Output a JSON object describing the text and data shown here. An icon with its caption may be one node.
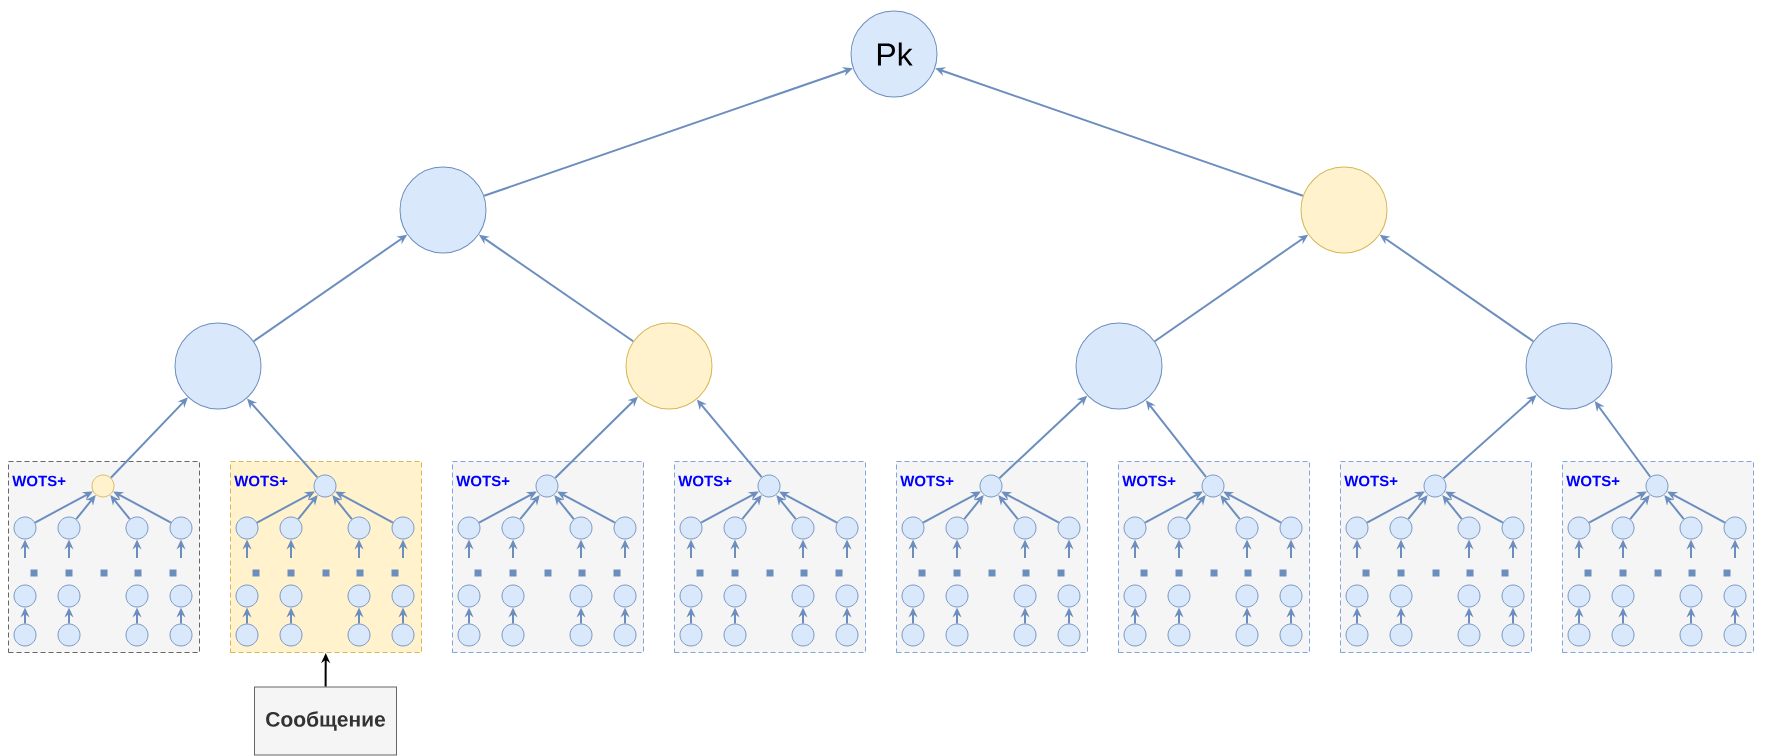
{
  "diagram": {
    "nodes": [
      {
        "text": [
          "Pk"
        ]
      },
      {
        "text": [],
        "shape": "circle"
      },
      {
        "text": [],
        "shape": "circle"
      },
      {
        "text": [],
        "shape": "circle"
      },
      {
        "text": [],
        "shape": "circle"
      },
      {
        "text": [],
        "shape": "circle"
      },
      {
        "text": [],
        "shape": "circle"
      },
      {
        "text": [
          "WOTS+"
        ]
      },
      {
        "text": [],
        "shape": "circle",
        "in": 7
      },
      {
        "text": [],
        "shape": "circle",
        "in": 7
      },
      {
        "text": [],
        "shape": "circle",
        "in": 7
      },
      {
        "text": [],
        "shape": "circle",
        "in": 7
      },
      {
        "text": [],
        "shape": "circle",
        "in": 7
      },
      {
        "text": [],
        "shape": "circle",
        "in": 7
      },
      {
        "text": [],
        "shape": "circle",
        "in": 7
      },
      {
        "text": [],
        "shape": "circle",
        "in": 7
      },
      {
        "text": [],
        "shape": "circle",
        "in": 7
      },
      {
        "text": [],
        "shape": "circle",
        "in": 7
      },
      {
        "text": [],
        "shape": "circle",
        "in": 7
      },
      {
        "text": [],
        "shape": "circle",
        "in": 7
      },
      {
        "text": [],
        "shape": "circle",
        "in": 7
      },
      {
        "text": [
          "WOTS+"
        ]
      },
      {
        "text": [],
        "shape": "circle",
        "in": 21
      },
      {
        "text": [],
        "shape": "circle",
        "in": 21
      },
      {
        "text": [],
        "shape": "circle",
        "in": 21
      },
      {
        "text": [],
        "shape": "circle",
        "in": 21
      },
      {
        "text": [],
        "shape": "circle",
        "in": 21
      },
      {
        "text": [],
        "shape": "circle",
        "in": 21
      },
      {
        "text": [],
        "shape": "circle",
        "in": 21
      },
      {
        "text": [],
        "shape": "circle",
        "in": 21
      },
      {
        "text": [],
        "shape": "circle",
        "in": 21
      },
      {
        "text": [],
        "shape": "circle",
        "in": 21
      },
      {
        "text": [],
        "shape": "circle",
        "in": 21
      },
      {
        "text": [],
        "shape": "circle",
        "in": 21
      },
      {
        "text": [],
        "shape": "circle",
        "in": 21
      },
      {
        "text": [
          "WOTS+"
        ]
      },
      {
        "text": [],
        "shape": "circle",
        "in": 35
      },
      {
        "text": [],
        "shape": "circle",
        "in": 35
      },
      {
        "text": [],
        "shape": "circle",
        "in": 35
      },
      {
        "text": [],
        "shape": "circle",
        "in": 35
      },
      {
        "text": [],
        "shape": "circle",
        "in": 35
      },
      {
        "text": [],
        "shape": "circle",
        "in": 35
      },
      {
        "text": [],
        "shape": "circle",
        "in": 35
      },
      {
        "text": [],
        "shape": "circle",
        "in": 35
      },
      {
        "text": [],
        "shape": "circle",
        "in": 35
      },
      {
        "text": [],
        "shape": "circle",
        "in": 35
      },
      {
        "text": [],
        "shape": "circle",
        "in": 35
      },
      {
        "text": [],
        "shape": "circle",
        "in": 35
      },
      {
        "text": [],
        "shape": "circle",
        "in": 35
      },
      {
        "text": [
          "WOTS+"
        ]
      },
      {
        "text": [],
        "shape": "circle",
        "in": 49
      },
      {
        "text": [],
        "shape": "circle",
        "in": 49
      },
      {
        "text": [],
        "shape": "circle",
        "in": 49
      },
      {
        "text": [],
        "shape": "circle",
        "in": 49
      },
      {
        "text": [],
        "shape": "circle",
        "in": 49
      },
      {
        "text": [],
        "shape": "circle",
        "in": 49
      },
      {
        "text": [],
        "shape": "circle",
        "in": 49
      },
      {
        "text": [],
        "shape": "circle",
        "in": 49
      },
      {
        "text": [],
        "shape": "circle",
        "in": 49
      },
      {
        "text": [],
        "shape": "circle",
        "in": 49
      },
      {
        "text": [],
        "shape": "circle",
        "in": 49
      },
      {
        "text": [],
        "shape": "circle",
        "in": 49
      },
      {
        "text": [],
        "shape": "circle",
        "in": 49
      },
      {
        "text": [
          "WOTS+"
        ]
      },
      {
        "text": [],
        "shape": "circle",
        "in": 63
      },
      {
        "text": [],
        "shape": "circle",
        "in": 63
      },
      {
        "text": [],
        "shape": "circle",
        "in": 63
      },
      {
        "text": [],
        "shape": "circle",
        "in": 63
      },
      {
        "text": [],
        "shape": "circle",
        "in": 63
      },
      {
        "text": [],
        "shape": "circle",
        "in": 63
      },
      {
        "text": [],
        "shape": "circle",
        "in": 63
      },
      {
        "text": [],
        "shape": "circle",
        "in": 63
      },
      {
        "text": [],
        "shape": "circle",
        "in": 63
      },
      {
        "text": [],
        "shape": "circle",
        "in": 63
      },
      {
        "text": [],
        "shape": "circle",
        "in": 63
      },
      {
        "text": [],
        "shape": "circle",
        "in": 63
      },
      {
        "text": [],
        "shape": "circle",
        "in": 63
      },
      {
        "text": [
          "WOTS+"
        ]
      },
      {
        "text": [],
        "shape": "circle",
        "in": 77
      },
      {
        "text": [],
        "shape": "circle",
        "in": 77
      },
      {
        "text": [],
        "shape": "circle",
        "in": 77
      },
      {
        "text": [],
        "shape": "circle",
        "in": 77
      },
      {
        "text": [],
        "shape": "circle",
        "in": 77
      },
      {
        "text": [],
        "shape": "circle",
        "in": 77
      },
      {
        "text": [],
        "shape": "circle",
        "in": 77
      },
      {
        "text": [],
        "shape": "circle",
        "in": 77
      },
      {
        "text": [],
        "shape": "circle",
        "in": 77
      },
      {
        "text": [],
        "shape": "circle",
        "in": 77
      },
      {
        "text": [],
        "shape": "circle",
        "in": 77
      },
      {
        "text": [],
        "shape": "circle",
        "in": 77
      },
      {
        "text": [],
        "shape": "circle",
        "in": 77
      },
      {
        "text": [
          "WOTS+"
        ]
      },
      {
        "text": [],
        "shape": "circle",
        "in": 91
      },
      {
        "text": [],
        "shape": "circle",
        "in": 91
      },
      {
        "text": [],
        "shape": "circle",
        "in": 91
      },
      {
        "text": [],
        "shape": "circle",
        "in": 91
      },
      {
        "text": [],
        "shape": "circle",
        "in": 91
      },
      {
        "text": [],
        "shape": "circle",
        "in": 91
      },
      {
        "text": [],
        "shape": "circle",
        "in": 91
      },
      {
        "text": [],
        "shape": "circle",
        "in": 91
      },
      {
        "text": [],
        "shape": "circle",
        "in": 91
      },
      {
        "text": [],
        "shape": "circle",
        "in": 91
      },
      {
        "text": [],
        "shape": "circle",
        "in": 91
      },
      {
        "text": [],
        "shape": "circle",
        "in": 91
      },
      {
        "text": [],
        "shape": "circle",
        "in": 91
      },
      {
        "text": [
          "WOTS+"
        ]
      },
      {
        "text": [],
        "shape": "circle",
        "in": 105
      },
      {
        "text": [],
        "shape": "circle",
        "in": 105
      },
      {
        "text": [],
        "shape": "circle",
        "in": 105
      },
      {
        "text": [],
        "shape": "circle",
        "in": 105
      },
      {
        "text": [],
        "shape": "circle",
        "in": 105
      },
      {
        "text": [],
        "shape": "circle",
        "in": 105
      },
      {
        "text": [],
        "shape": "circle",
        "in": 105
      },
      {
        "text": [],
        "shape": "circle",
        "in": 105
      },
      {
        "text": [],
        "shape": "circle",
        "in": 105
      },
      {
        "text": [],
        "shape": "circle",
        "in": 105
      },
      {
        "text": [],
        "shape": "circle",
        "in": 105
      },
      {
        "text": [],
        "shape": "circle",
        "in": 105
      },
      {
        "text": [],
        "shape": "circle",
        "in": 105
      },
      {
        "text": [
          "Сообщение"
        ]
      }
    ],
    "edges": [
      {
        "from": 1,
        "to": 0,
        "arrow": "to"
      },
      {
        "from": 2,
        "to": 0,
        "arrow": "to"
      },
      {
        "from": 3,
        "to": 1,
        "arrow": "to"
      },
      {
        "from": 4,
        "to": 1,
        "arrow": "to"
      },
      {
        "from": 5,
        "to": 2,
        "arrow": "to"
      },
      {
        "from": 6,
        "to": 2,
        "arrow": "to"
      },
      {
        "from": 8,
        "to": 3,
        "arrow": "to"
      },
      {
        "from": 9,
        "to": 8,
        "arrow": "to"
      },
      {
        "from": 10,
        "to": 8,
        "arrow": "to"
      },
      {
        "from": 11,
        "to": 8,
        "arrow": "to"
      },
      {
        "from": 12,
        "to": 8,
        "arrow": "to"
      },
      {
        "from": null,
        "to": 9,
        "arrow": "to"
      },
      {
        "from": null,
        "to": 10,
        "arrow": "to"
      },
      {
        "from": null,
        "to": 11,
        "arrow": "to"
      },
      {
        "from": null,
        "to": 12,
        "arrow": "to"
      },
      {
        "from": 17,
        "to": 13,
        "arrow": "to"
      },
      {
        "from": 18,
        "to": 14,
        "arrow": "to"
      },
      {
        "from": 19,
        "to": 15,
        "arrow": "to"
      },
      {
        "from": 20,
        "to": 16,
        "arrow": "to"
      },
      {
        "from": 22,
        "to": 3,
        "arrow": "to"
      },
      {
        "from": 23,
        "to": 22,
        "arrow": "to"
      },
      {
        "from": 24,
        "to": 22,
        "arrow": "to"
      },
      {
        "from": 25,
        "to": 22,
        "arrow": "to"
      },
      {
        "from": 26,
        "to": 22,
        "arrow": "to"
      },
      {
        "from": null,
        "to": 23,
        "arrow": "to"
      },
      {
        "from": null,
        "to": 24,
        "arrow": "to"
      },
      {
        "from": null,
        "to": 25,
        "arrow": "to"
      },
      {
        "from": null,
        "to": 26,
        "arrow": "to"
      },
      {
        "from": 31,
        "to": 27,
        "arrow": "to"
      },
      {
        "from": 32,
        "to": 28,
        "arrow": "to"
      },
      {
        "from": 33,
        "to": 29,
        "arrow": "to"
      },
      {
        "from": 34,
        "to": 30,
        "arrow": "to"
      },
      {
        "from": 36,
        "to": 4,
        "arrow": "to"
      },
      {
        "from": 37,
        "to": 36,
        "arrow": "to"
      },
      {
        "from": 38,
        "to": 36,
        "arrow": "to"
      },
      {
        "from": 39,
        "to": 36,
        "arrow": "to"
      },
      {
        "from": 40,
        "to": 36,
        "arrow": "to"
      },
      {
        "from": null,
        "to": 37,
        "arrow": "to"
      },
      {
        "from": null,
        "to": 38,
        "arrow": "to"
      },
      {
        "from": null,
        "to": 39,
        "arrow": "to"
      },
      {
        "from": null,
        "to": 40,
        "arrow": "to"
      },
      {
        "from": 45,
        "to": 41,
        "arrow": "to"
      },
      {
        "from": 46,
        "to": 42,
        "arrow": "to"
      },
      {
        "from": 47,
        "to": 43,
        "arrow": "to"
      },
      {
        "from": 48,
        "to": 44,
        "arrow": "to"
      },
      {
        "from": 50,
        "to": 4,
        "arrow": "to"
      },
      {
        "from": 51,
        "to": 50,
        "arrow": "to"
      },
      {
        "from": 52,
        "to": 50,
        "arrow": "to"
      },
      {
        "from": 53,
        "to": 50,
        "arrow": "to"
      },
      {
        "from": 54,
        "to": 50,
        "arrow": "to"
      },
      {
        "from": null,
        "to": 51,
        "arrow": "to"
      },
      {
        "from": null,
        "to": 52,
        "arrow": "to"
      },
      {
        "from": null,
        "to": 53,
        "arrow": "to"
      },
      {
        "from": null,
        "to": 54,
        "arrow": "to"
      },
      {
        "from": 59,
        "to": 55,
        "arrow": "to"
      },
      {
        "from": 60,
        "to": 56,
        "arrow": "to"
      },
      {
        "from": 61,
        "to": 57,
        "arrow": "to"
      },
      {
        "from": 62,
        "to": 58,
        "arrow": "to"
      },
      {
        "from": 64,
        "to": 5,
        "arrow": "to"
      },
      {
        "from": 65,
        "to": 64,
        "arrow": "to"
      },
      {
        "from": 66,
        "to": 64,
        "arrow": "to"
      },
      {
        "from": 67,
        "to": 64,
        "arrow": "to"
      },
      {
        "from": 68,
        "to": 64,
        "arrow": "to"
      },
      {
        "from": null,
        "to": 65,
        "arrow": "to"
      },
      {
        "from": null,
        "to": 66,
        "arrow": "to"
      },
      {
        "from": null,
        "to": 67,
        "arrow": "to"
      },
      {
        "from": null,
        "to": 68,
        "arrow": "to"
      },
      {
        "from": 73,
        "to": 69,
        "arrow": "to"
      },
      {
        "from": 74,
        "to": 70,
        "arrow": "to"
      },
      {
        "from": 75,
        "to": 71,
        "arrow": "to"
      },
      {
        "from": 76,
        "to": 72,
        "arrow": "to"
      },
      {
        "from": 78,
        "to": 5,
        "arrow": "to"
      },
      {
        "from": 79,
        "to": 78,
        "arrow": "to"
      },
      {
        "from": 80,
        "to": 78,
        "arrow": "to"
      },
      {
        "from": 81,
        "to": 78,
        "arrow": "to"
      },
      {
        "from": 82,
        "to": 78,
        "arrow": "to"
      },
      {
        "from": null,
        "to": 79,
        "arrow": "to"
      },
      {
        "from": null,
        "to": 80,
        "arrow": "to"
      },
      {
        "from": null,
        "to": 81,
        "arrow": "to"
      },
      {
        "from": null,
        "to": 82,
        "arrow": "to"
      },
      {
        "from": 87,
        "to": 83,
        "arrow": "to"
      },
      {
        "from": 88,
        "to": 84,
        "arrow": "to"
      },
      {
        "from": 89,
        "to": 85,
        "arrow": "to"
      },
      {
        "from": 90,
        "to": 86,
        "arrow": "to"
      },
      {
        "from": 92,
        "to": 6,
        "arrow": "to"
      },
      {
        "from": 93,
        "to": 92,
        "arrow": "to"
      },
      {
        "from": 94,
        "to": 92,
        "arrow": "to"
      },
      {
        "from": 95,
        "to": 92,
        "arrow": "to"
      },
      {
        "from": 96,
        "to": 92,
        "arrow": "to"
      },
      {
        "from": null,
        "to": 93,
        "arrow": "to"
      },
      {
        "from": null,
        "to": 94,
        "arrow": "to"
      },
      {
        "from": null,
        "to": 95,
        "arrow": "to"
      },
      {
        "from": null,
        "to": 96,
        "arrow": "to"
      },
      {
        "from": 101,
        "to": 97,
        "arrow": "to"
      },
      {
        "from": 102,
        "to": 98,
        "arrow": "to"
      },
      {
        "from": 103,
        "to": 99,
        "arrow": "to"
      },
      {
        "from": 104,
        "to": 100,
        "arrow": "to"
      },
      {
        "from": 106,
        "to": 6,
        "arrow": "to"
      },
      {
        "from": 107,
        "to": 106,
        "arrow": "to"
      },
      {
        "from": 108,
        "to": 106,
        "arrow": "to"
      },
      {
        "from": 109,
        "to": 106,
        "arrow": "to"
      },
      {
        "from": 110,
        "to": 106,
        "arrow": "to"
      },
      {
        "from": null,
        "to": 107,
        "arrow": "to"
      },
      {
        "from": null,
        "to": 108,
        "arrow": "to"
      },
      {
        "from": null,
        "to": 109,
        "arrow": "to"
      },
      {
        "from": null,
        "to": 110,
        "arrow": "to"
      },
      {
        "from": 115,
        "to": 111,
        "arrow": "to"
      },
      {
        "from": 116,
        "to": 112,
        "arrow": "to"
      },
      {
        "from": 117,
        "to": 113,
        "arrow": "to"
      },
      {
        "from": 118,
        "to": 114,
        "arrow": "to"
      },
      {
        "from": 119,
        "to": 21,
        "arrow": "to",
        "color": "#000000"
      }
    ]
  }
}
